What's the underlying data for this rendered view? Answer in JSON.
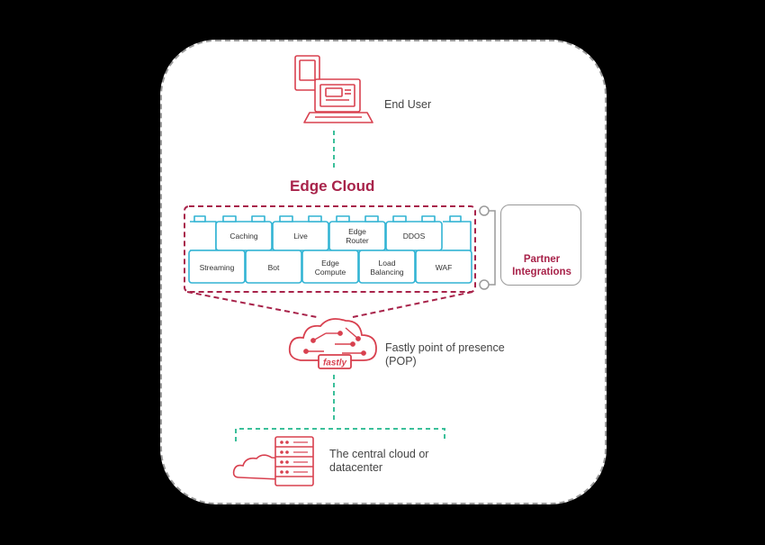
{
  "title": "Edge Cloud",
  "end_user_label": "End User",
  "pop_label_line1": "Fastly point of presence",
  "pop_label_line2": "(POP)",
  "datacenter_label_line1": "The central cloud or",
  "datacenter_label_line2": "datacenter",
  "fastly_logo_text": "fastly",
  "partner_line1": "Partner",
  "partner_line2": "Integrations",
  "top_blocks": [
    {
      "line1": "Caching",
      "line2": ""
    },
    {
      "line1": "Live",
      "line2": ""
    },
    {
      "line1": "Edge",
      "line2": "Router"
    },
    {
      "line1": "DDOS",
      "line2": ""
    }
  ],
  "bottom_blocks": [
    {
      "line1": "Streaming",
      "line2": ""
    },
    {
      "line1": "Bot",
      "line2": ""
    },
    {
      "line1": "Edge",
      "line2": "Compute"
    },
    {
      "line1": "Load",
      "line2": "Balancing"
    },
    {
      "line1": "WAF",
      "line2": ""
    }
  ],
  "colors": {
    "accent": "#a8234a",
    "illustration": "#d8404f",
    "connector": "#3bbf9a",
    "block_border": "#32b4d4",
    "frame": "#9a9a9a"
  }
}
